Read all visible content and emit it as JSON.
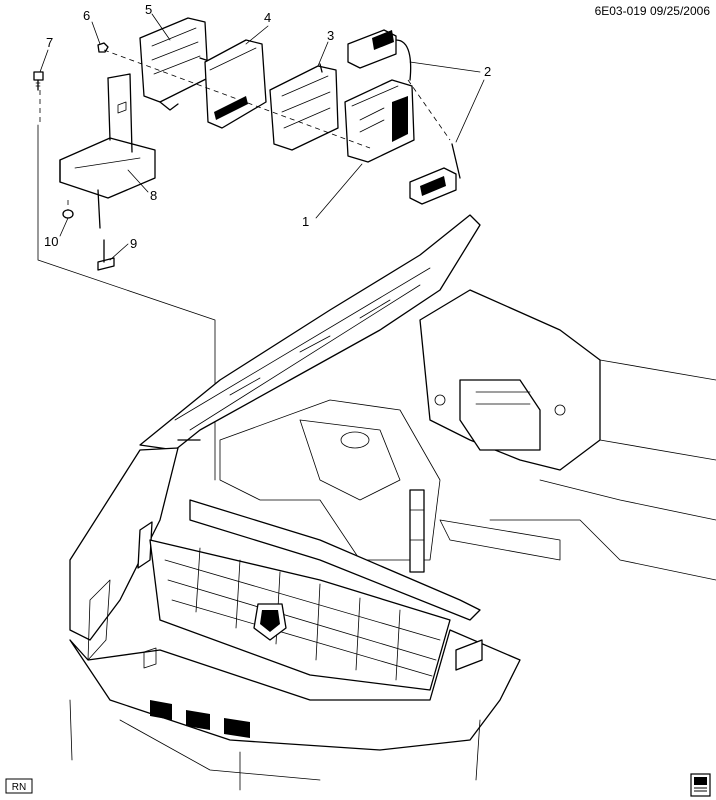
{
  "header": {
    "reference": "6E03-019 09/25/2006"
  },
  "callouts": {
    "c1": "1",
    "c2": "2",
    "c3": "3",
    "c4": "4",
    "c5": "5",
    "c6": "6",
    "c7": "7",
    "c8": "8",
    "c9": "9",
    "c10": "10"
  },
  "footer": {
    "badge": "RN"
  }
}
